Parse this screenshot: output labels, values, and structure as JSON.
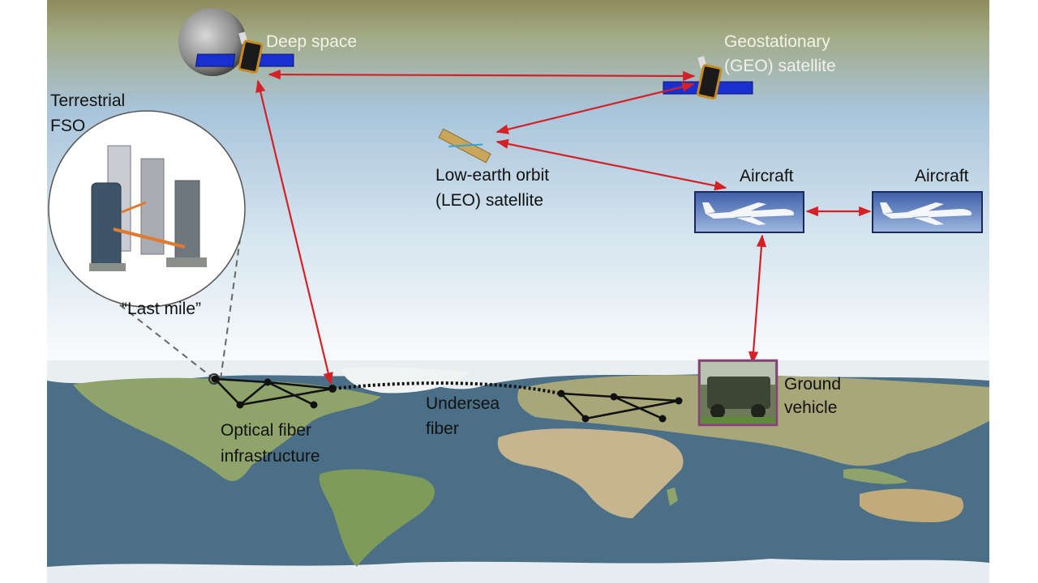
{
  "labels": {
    "deep_space": "Deep space",
    "geo_line1": "Geostationary",
    "geo_line2": "(GEO) satellite",
    "leo_line1": "Low-earth orbit",
    "leo_line2": "(LEO) satellite",
    "aircraft_1": "Aircraft",
    "aircraft_2": "Aircraft",
    "terrestrial_line1": "Terrestrial",
    "terrestrial_line2": "FSO",
    "last_mile": "“Last mile”",
    "optical_line1": "Optical fiber",
    "optical_line2": "infrastructure",
    "undersea_line1": "Undersea",
    "undersea_line2": "fiber",
    "ground_line1": "Ground",
    "ground_line2": "vehicle"
  },
  "colors": {
    "link": "#d42027",
    "sky_top": "#8e8b5c",
    "sky_mid": "#a8c4da",
    "ocean": "#4a6f86",
    "vehicle_border": "#8a3f7c"
  }
}
